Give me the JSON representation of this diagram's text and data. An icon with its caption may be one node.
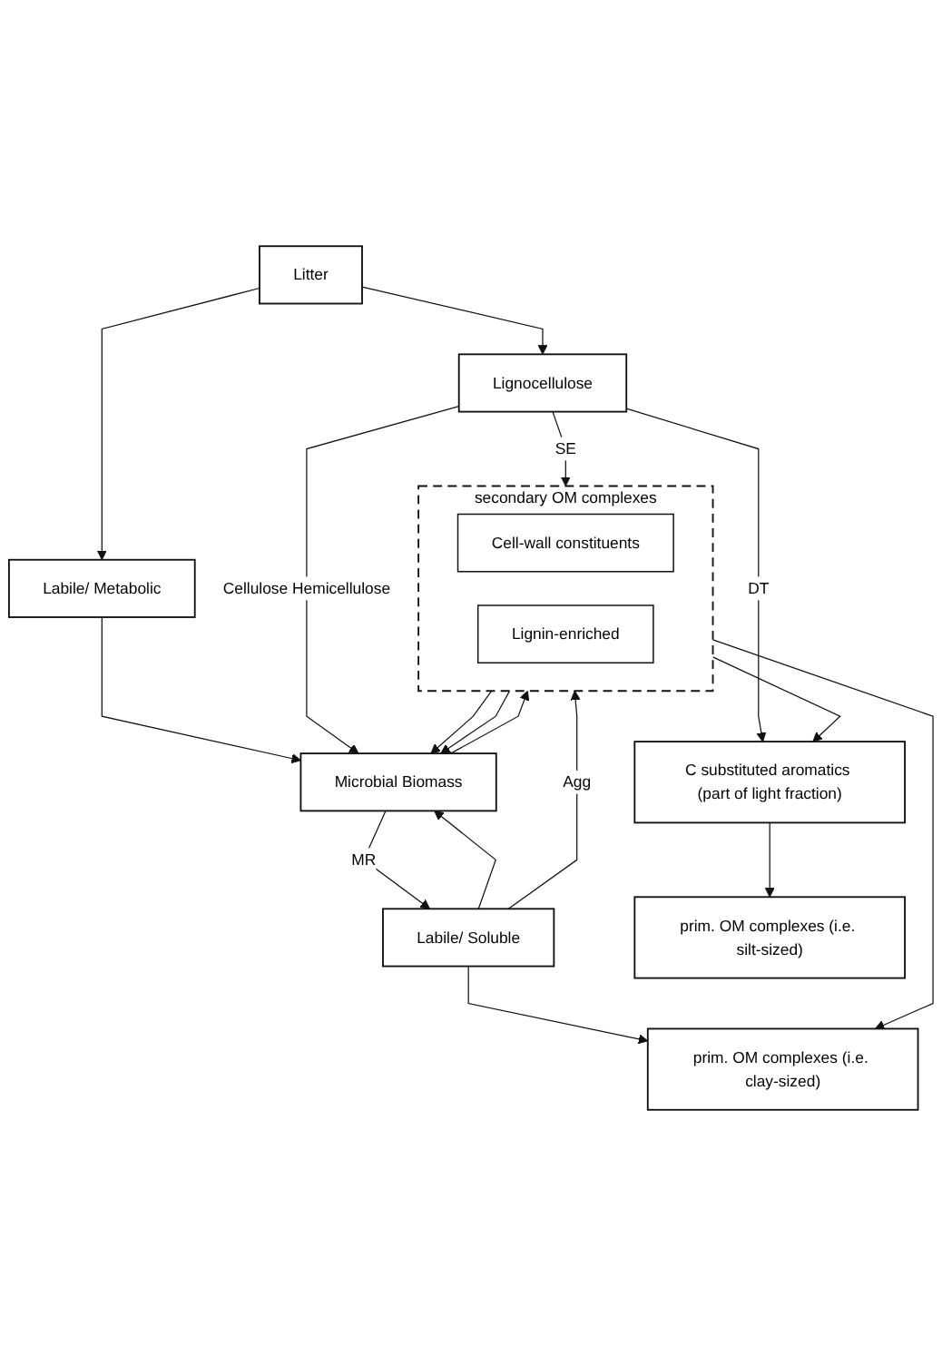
{
  "diagram": {
    "nodes": [
      {
        "text": [
          "Litter"
        ]
      },
      {
        "text": [
          "Labile/ Metabolic"
        ]
      },
      {
        "text": [
          "Lignocellulose"
        ]
      },
      {
        "text": [
          "Microbial Biomass"
        ]
      },
      {
        "text": [
          "Labile/ Soluble"
        ]
      },
      {
        "text": [
          "secondary OM complexes"
        ]
      },
      {
        "text": [
          "Cell-wall constituents"
        ],
        "in": 5
      },
      {
        "text": [
          "Lignin-enriched"
        ],
        "in": 5
      },
      {
        "text": [
          "C substituted aromatics (part of light fraction)"
        ]
      },
      {
        "text": [
          "prim. OM complexes (i.e. clay-sized)"
        ]
      },
      {
        "text": [
          "prim. OM complexes (i.e. silt-sized)"
        ]
      }
    ],
    "edges": [
      {
        "from": 0,
        "to": 1,
        "arrow": "to"
      },
      {
        "from": 0,
        "to": 2,
        "arrow": "to"
      },
      {
        "from": 1,
        "to": 3,
        "arrow": "to"
      },
      {
        "from": 2,
        "to": 3,
        "arrow": "to",
        "label": "Cellulose Hemicellulose"
      },
      {
        "from": 3,
        "to": 4,
        "arrow": "to",
        "label": "MR"
      },
      {
        "from": 4,
        "to": 3,
        "arrow": "to"
      },
      {
        "from": 3,
        "to": 5,
        "arrow": "to"
      },
      {
        "from": 5,
        "to": 3,
        "arrow": "to"
      },
      {
        "from": 5,
        "to": 3,
        "arrow": "to"
      },
      {
        "from": 2,
        "to": 5,
        "arrow": "to",
        "label": "SE"
      },
      {
        "from": 4,
        "to": 5,
        "arrow": "to",
        "label": "Agg"
      },
      {
        "from": 2,
        "to": 8,
        "arrow": "to",
        "label": "DT"
      },
      {
        "from": 5,
        "to": 8,
        "arrow": "to"
      },
      {
        "from": 4,
        "to": 9,
        "arrow": "to"
      },
      {
        "from": 5,
        "to": 9,
        "arrow": "to"
      },
      {
        "from": 8,
        "to": 10,
        "arrow": "to"
      }
    ]
  }
}
